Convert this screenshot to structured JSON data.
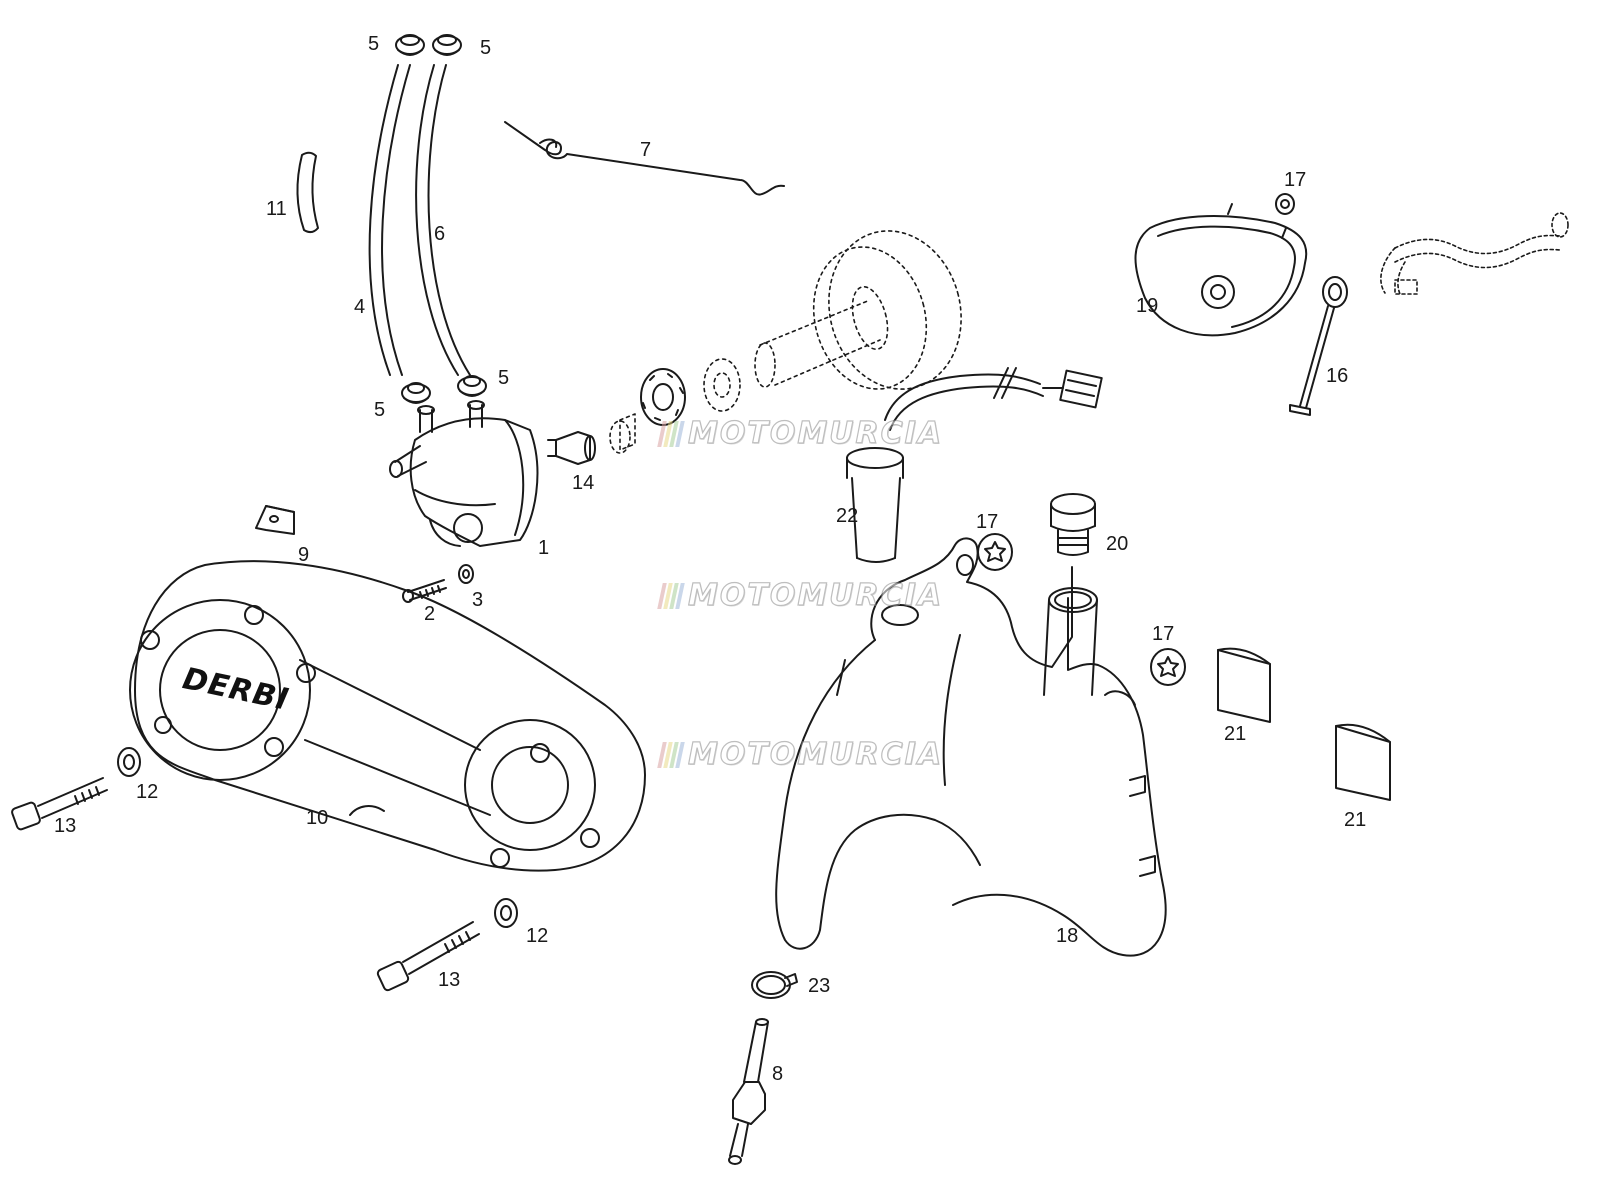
{
  "diagram": {
    "brand_logo": "DERBI",
    "watermark": "MOTOMURCIA",
    "watermark_stripe_colors": [
      "#d9a3a3",
      "#e8d98a",
      "#a9cf9a",
      "#9fb7d9"
    ],
    "line_color": "#1a1a1a",
    "part_labels": {
      "p1": "1",
      "p2": "2",
      "p3": "3",
      "p4": "4",
      "p5a": "5",
      "p5b": "5",
      "p5c": "5",
      "p5d": "5",
      "p6": "6",
      "p7": "7",
      "p8": "8",
      "p9": "9",
      "p10": "10",
      "p11": "11",
      "p12a": "12",
      "p12b": "12",
      "p13a": "13",
      "p13b": "13",
      "p14": "14",
      "p16": "16",
      "p17a": "17",
      "p17b": "17",
      "p17c": "17",
      "p18": "18",
      "p19": "19",
      "p20": "20",
      "p21a": "21",
      "p21b": "21",
      "p22": "22",
      "p23": "23"
    }
  }
}
